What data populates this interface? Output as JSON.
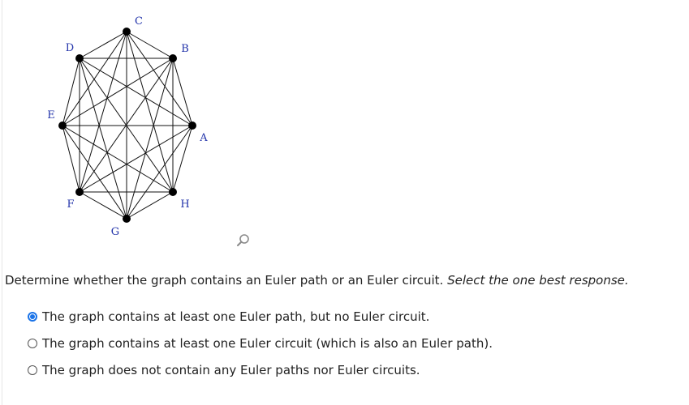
{
  "graph": {
    "vertices": [
      {
        "id": "A",
        "label": "A"
      },
      {
        "id": "B",
        "label": "B"
      },
      {
        "id": "C",
        "label": "C"
      },
      {
        "id": "D",
        "label": "D"
      },
      {
        "id": "E",
        "label": "E"
      },
      {
        "id": "F",
        "label": "F"
      },
      {
        "id": "G",
        "label": "G"
      },
      {
        "id": "H",
        "label": "H"
      }
    ],
    "edges": [
      [
        "A",
        "B"
      ],
      [
        "A",
        "C"
      ],
      [
        "A",
        "D"
      ],
      [
        "A",
        "E"
      ],
      [
        "A",
        "F"
      ],
      [
        "A",
        "G"
      ],
      [
        "A",
        "H"
      ],
      [
        "B",
        "C"
      ],
      [
        "B",
        "D"
      ],
      [
        "B",
        "E"
      ],
      [
        "B",
        "F"
      ],
      [
        "B",
        "G"
      ],
      [
        "B",
        "H"
      ],
      [
        "C",
        "D"
      ],
      [
        "C",
        "E"
      ],
      [
        "C",
        "F"
      ],
      [
        "C",
        "G"
      ],
      [
        "C",
        "H"
      ],
      [
        "D",
        "E"
      ],
      [
        "D",
        "F"
      ],
      [
        "D",
        "G"
      ],
      [
        "D",
        "H"
      ],
      [
        "E",
        "F"
      ],
      [
        "E",
        "G"
      ],
      [
        "E",
        "H"
      ],
      [
        "F",
        "G"
      ],
      [
        "F",
        "H"
      ],
      [
        "G",
        "H"
      ]
    ]
  },
  "zoom_icon": "magnifier-icon",
  "question": {
    "main": "Determine whether the graph contains an Euler path or an Euler circuit.",
    "emphasis": "Select the one best response."
  },
  "options": [
    {
      "label": "The graph contains at least one Euler path, but no Euler circuit.",
      "selected": true
    },
    {
      "label": "The graph contains at least one Euler circuit (which is also an Euler path).",
      "selected": false
    },
    {
      "label": "The graph does not contain any Euler paths nor Euler circuits.",
      "selected": false
    }
  ],
  "colors": {
    "accent": "#1a73e8",
    "vertex_label": "#2233aa"
  }
}
